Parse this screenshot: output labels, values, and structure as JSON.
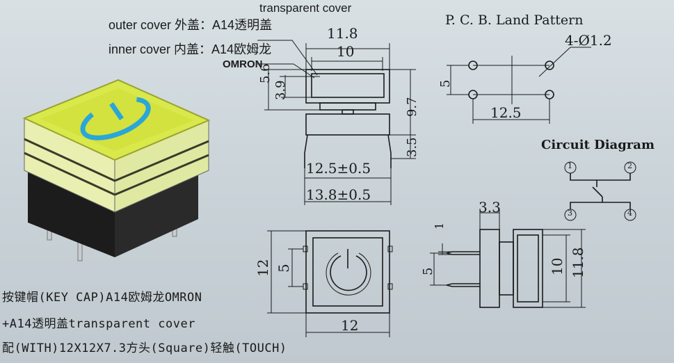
{
  "labels": {
    "transparent_cover": "transparent cover",
    "outer_cover": "outer cover 外盖：A14透明盖",
    "inner_cover": "inner cover 内盖：A14欧姆龙",
    "omron": "OMRON",
    "pcb_title": "P. C. B. Land Pattern",
    "circuit_title": "Circuit Diagram"
  },
  "dimensions": {
    "width_11_8": "11.8",
    "width_10": "10",
    "h_5_6": "5.6",
    "h_3_9": "3.9",
    "h_9_7": "9.7",
    "h_3_5": "3.5",
    "pin_12_5": "12.5±0.5",
    "pin_13_8": "13.8±0.5",
    "hole_spec": "4-Ø1.2",
    "pcb_5": "5",
    "pcb_12_5": "12.5",
    "top_12_v": "12",
    "top_5_v": "5",
    "top_12_h": "12",
    "side_3_3": "3.3",
    "side_1": "1",
    "side_5": "5",
    "side_10": "10",
    "side_11_8": "11.8"
  },
  "pins": [
    "1",
    "2",
    "3",
    "4"
  ],
  "description": [
    "按键帽(KEY CAP)A14欧姆龙OMRON",
    "+A14透明盖transparent cover",
    "配(WITH)12X12X7.3方头(Square)轻触(TOUCH)"
  ],
  "colors": {
    "cap_yellow": "#d9e84a",
    "power_blue": "#2aa6d8",
    "base_black": "#1c1c1c"
  }
}
